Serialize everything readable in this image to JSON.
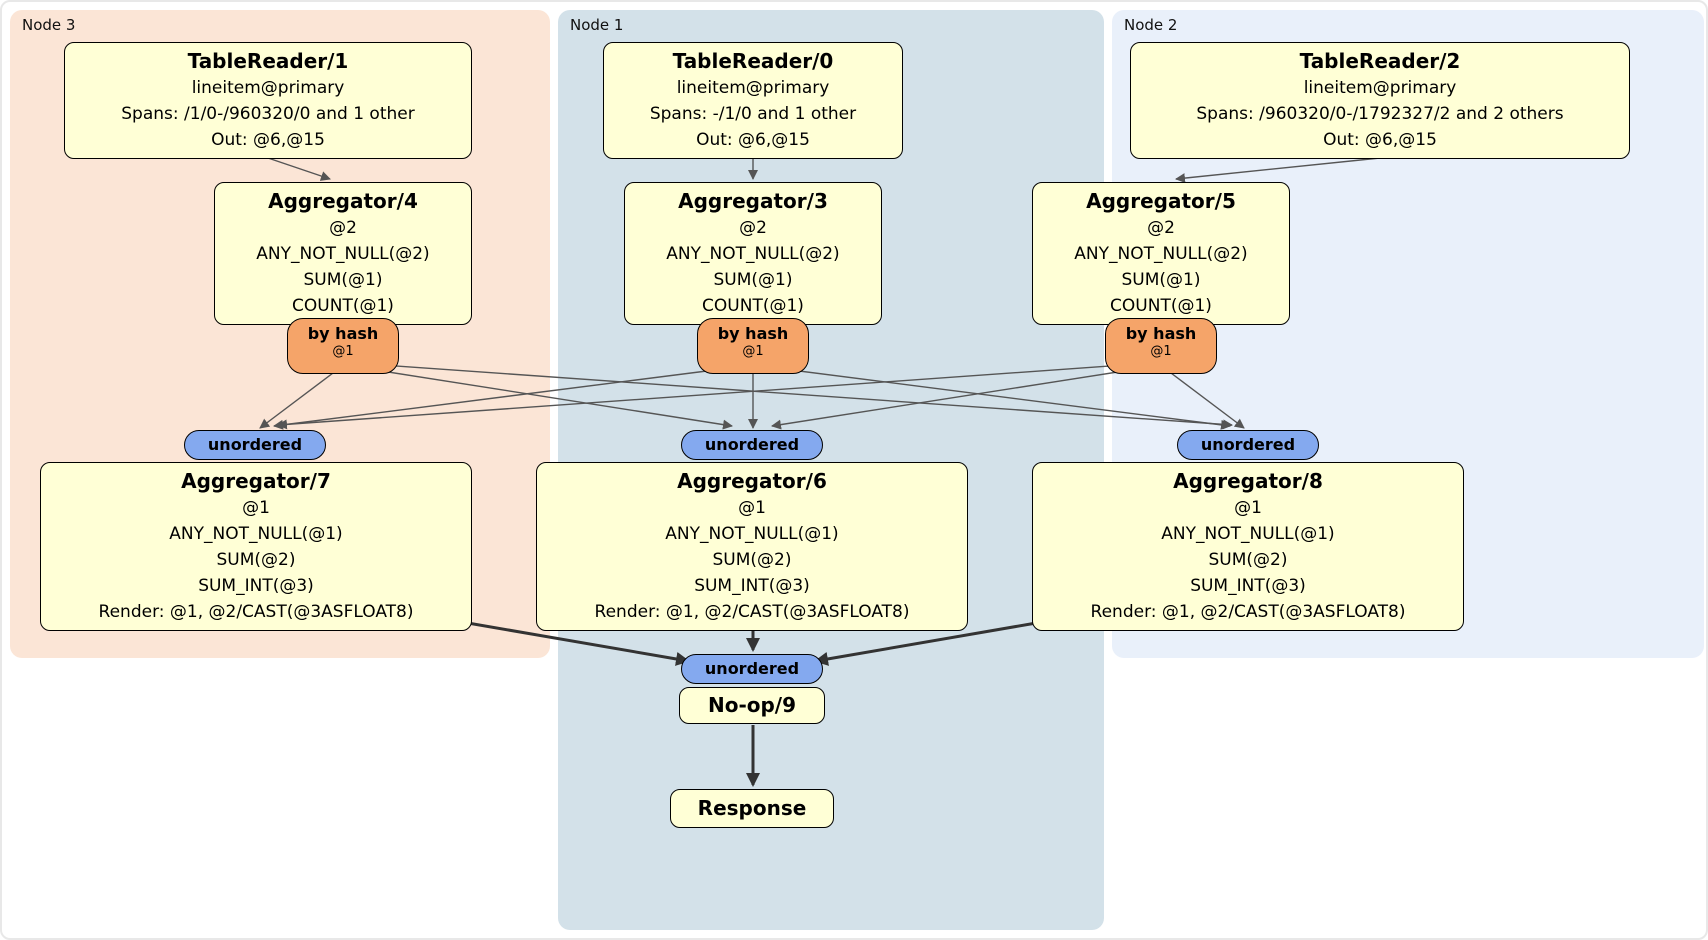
{
  "groups": [
    {
      "label": "Node 3"
    },
    {
      "label": "Node 1"
    },
    {
      "label": "Node 2"
    }
  ],
  "table_readers": [
    {
      "title": "TableReader/1",
      "lines": [
        "lineitem@primary",
        "Spans: /1/0-/960320/0 and 1 other",
        "Out: @6,@15"
      ]
    },
    {
      "title": "TableReader/0",
      "lines": [
        "lineitem@primary",
        "Spans: -/1/0 and 1 other",
        "Out: @6,@15"
      ]
    },
    {
      "title": "TableReader/2",
      "lines": [
        "lineitem@primary",
        "Spans: /960320/0-/1792327/2 and 2 others",
        "Out: @6,@15"
      ]
    }
  ],
  "stage1_aggregators": [
    {
      "title": "Aggregator/4",
      "lines": [
        "@2",
        "ANY_NOT_NULL(@2)",
        "SUM(@1)",
        "COUNT(@1)"
      ]
    },
    {
      "title": "Aggregator/3",
      "lines": [
        "@2",
        "ANY_NOT_NULL(@2)",
        "SUM(@1)",
        "COUNT(@1)"
      ]
    },
    {
      "title": "Aggregator/5",
      "lines": [
        "@2",
        "ANY_NOT_NULL(@2)",
        "SUM(@1)",
        "COUNT(@1)"
      ]
    }
  ],
  "routers": [
    {
      "label": "by hash",
      "detail": "@1"
    },
    {
      "label": "by hash",
      "detail": "@1"
    },
    {
      "label": "by hash",
      "detail": "@1"
    }
  ],
  "stream_label": "unordered",
  "stage2_aggregators": [
    {
      "title": "Aggregator/7",
      "lines": [
        "@1",
        "ANY_NOT_NULL(@1)",
        "SUM(@2)",
        "SUM_INT(@3)",
        "Render: @1, @2/CAST(@3ASFLOAT8)"
      ]
    },
    {
      "title": "Aggregator/6",
      "lines": [
        "@1",
        "ANY_NOT_NULL(@1)",
        "SUM(@2)",
        "SUM_INT(@3)",
        "Render: @1, @2/CAST(@3ASFLOAT8)"
      ]
    },
    {
      "title": "Aggregator/8",
      "lines": [
        "@1",
        "ANY_NOT_NULL(@1)",
        "SUM(@2)",
        "SUM_INT(@3)",
        "Render: @1, @2/CAST(@3ASFLOAT8)"
      ]
    }
  ],
  "noop": {
    "title": "No-op/9"
  },
  "response": {
    "title": "Response"
  },
  "colors": {
    "node3_bg": "#fbe5d6",
    "node1_bg": "#d3e1e9",
    "node2_bg": "#e9f0fa",
    "box_bg": "#ffffd6",
    "box_border": "#000000",
    "router_bg": "#f5a469",
    "stream_bg": "#84a9ef",
    "edge": "#555555",
    "edge_thick": "#333333"
  }
}
